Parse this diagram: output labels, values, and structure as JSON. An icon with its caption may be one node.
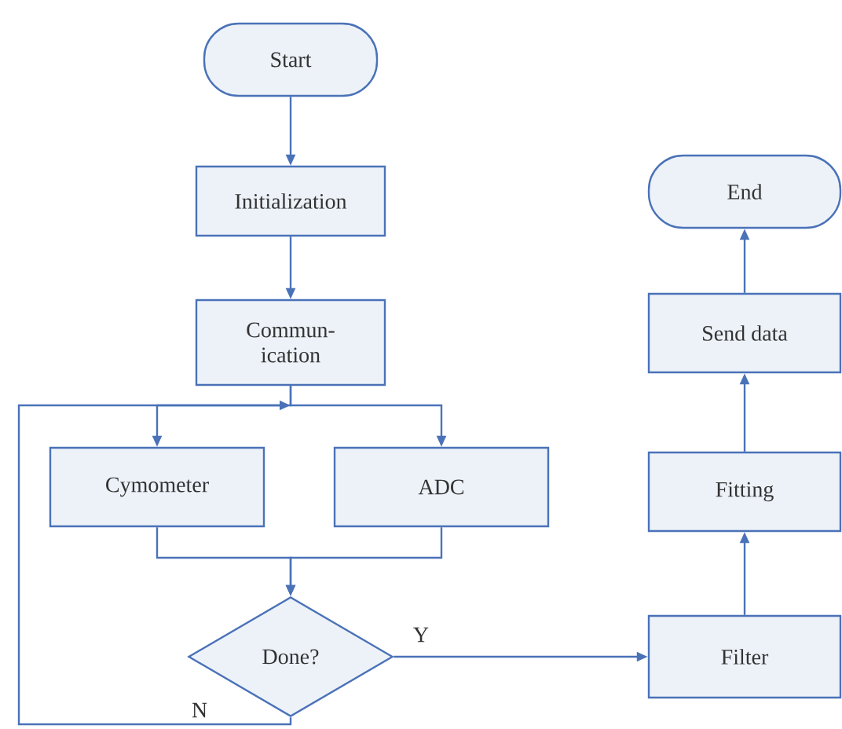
{
  "diagram": {
    "nodes": [
      {
        "text": [
          "Start"
        ]
      },
      {
        "text": [
          "Initialization"
        ]
      },
      {
        "text": [
          "Commun- ication"
        ]
      },
      {
        "text": [
          "Cymometer"
        ]
      },
      {
        "text": [
          "ADC"
        ]
      },
      {
        "text": [
          "Done?"
        ]
      },
      {
        "text": [
          "Filter"
        ]
      },
      {
        "text": [
          "Fitting"
        ]
      },
      {
        "text": [
          "Send data"
        ]
      },
      {
        "text": [
          "End"
        ]
      }
    ],
    "edges": [
      {
        "from": 0,
        "to": 1,
        "arrow": "to"
      },
      {
        "from": 1,
        "to": 2,
        "arrow": "to"
      },
      {
        "from": 2,
        "to": 3,
        "arrow": "to"
      },
      {
        "from": 2,
        "to": 4,
        "arrow": "to"
      },
      {
        "from": 3,
        "to": 5,
        "arrow": "to"
      },
      {
        "from": 4,
        "to": 5,
        "arrow": "to"
      },
      {
        "from": 5,
        "to": 6,
        "arrow": "to",
        "label": "Y"
      },
      {
        "from": 5,
        "to": 2,
        "arrow": "to",
        "label": "N"
      },
      {
        "from": 6,
        "to": 7,
        "arrow": "to"
      },
      {
        "from": 7,
        "to": 8,
        "arrow": "to"
      },
      {
        "from": 8,
        "to": 9,
        "arrow": "to"
      }
    ]
  }
}
